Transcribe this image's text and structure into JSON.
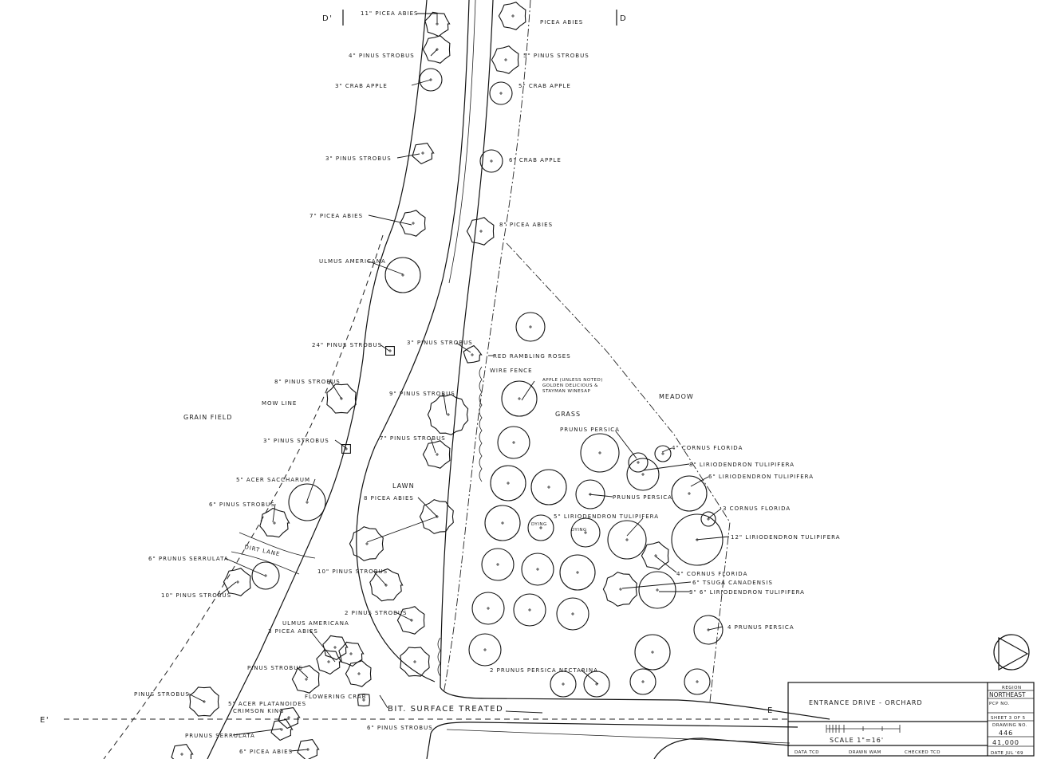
{
  "plan": {
    "section_marks": {
      "d_left": "D'",
      "d_right": "D",
      "e_left": "E'",
      "e_right": "E"
    },
    "area_labels": {
      "grain_field": "GRAIN FIELD",
      "lawn": "LAWN",
      "grass": "GRASS",
      "meadow": "MEADOW",
      "mow_line": "MOW LINE",
      "dirt_lane": "DIRT LANE",
      "surface": "BIT. SURFACE TREATED"
    },
    "plant_labels": {
      "t01": "11\" PICEA ABIES",
      "t02": "4\" PINUS STROBUS",
      "t03": "3\" CRAB APPLE",
      "t04": "3\" PINUS STROBUS",
      "t05": "7\" PICEA ABIES",
      "t06": "ULMUS AMERICANA",
      "t07": "24\" PINUS STROBUS",
      "t08": "3\" PINUS STROBUS",
      "t09": "8\" PINUS STROBUS",
      "t10": "3\" PINUS STROBUS",
      "t11": "9\" PINUS STROBUS",
      "t12": "7\" PINUS STROBUS",
      "t13": "5\" ACER SACCHARUM",
      "t14": "6\" PINUS STROBUS",
      "t15": "8 PICEA ABIES",
      "t16": "6\" PRUNUS SERRULATA",
      "t17": "10\" PINUS STROBUS",
      "t18": "10\" PINUS STROBUS",
      "t19": "2 PINUS STROBUS",
      "t20": "ULMUS AMERICANA",
      "t21": "3 PICEA ABIES",
      "t22": "PINUS STROBUS",
      "t23": "PINUS STROBUS",
      "t24": "FLOWERING CRAB",
      "t25": "5\" ACER PLATANOIDES",
      "t25b": "CRIMSON KING",
      "t26": "PRUNUS SERRULATA",
      "t27": "6\" PINUS STROBUS",
      "t28": "6\" PICEA ABIES",
      "r01": "PICEA ABIES",
      "r02": "5\" PINUS STROBUS",
      "r03": "5\" CRAB APPLE",
      "r04": "6\" CRAB APPLE",
      "r05": "8\" PICEA ABIES",
      "r06": "RED RAMBLING ROSES",
      "r07": "WIRE FENCE",
      "r08a": "APPLE (UNLESS NOTED)",
      "r08b": "GOLDEN DELICIOUS &",
      "r08c": "STAYMAN WINESAP",
      "r09": "PRUNUS PERSICA",
      "r10": "4\" CORNUS FLORIDA",
      "r11": "8\" LIRIODENDRON TULIPIFERA",
      "r12": "6\" LIRIODENDRON TULIPIFERA",
      "r13": "PRUNUS PERSICA",
      "r14": "5\" LIRIODENDRON TULIPIFERA",
      "r15": "3 CORNUS FLORIDA",
      "r16": "12\" LIRIODENDRON TULIPIFERA",
      "r17": "DYING",
      "r18": "DYING",
      "r19": "4\" CORNUS FLORIDA",
      "r20": "6\" TSUGA CANADENSIS",
      "r21": "3\" 6\" LIRIODENDRON TULIPIFERA",
      "r22": "4 PRUNUS PERSICA",
      "r23": "2 PRUNUS PERSICA NECTARINA"
    }
  },
  "title_block": {
    "title": "ENTRANCE DRIVE - ORCHARD",
    "scale": "SCALE 1\"=16'",
    "data": "DATA TCD",
    "drawn": "DRAWN WAM",
    "checked": "CHECKED TCD",
    "region_label": "REGION",
    "region": "NORTHEAST",
    "pcp_label": "PCP NO.",
    "sheet": "SHEET 3 OF 5",
    "drawing_label": "DRAWING NO.",
    "drawing_no": "446",
    "number": "41,000",
    "date": "DATE JUL '69"
  }
}
